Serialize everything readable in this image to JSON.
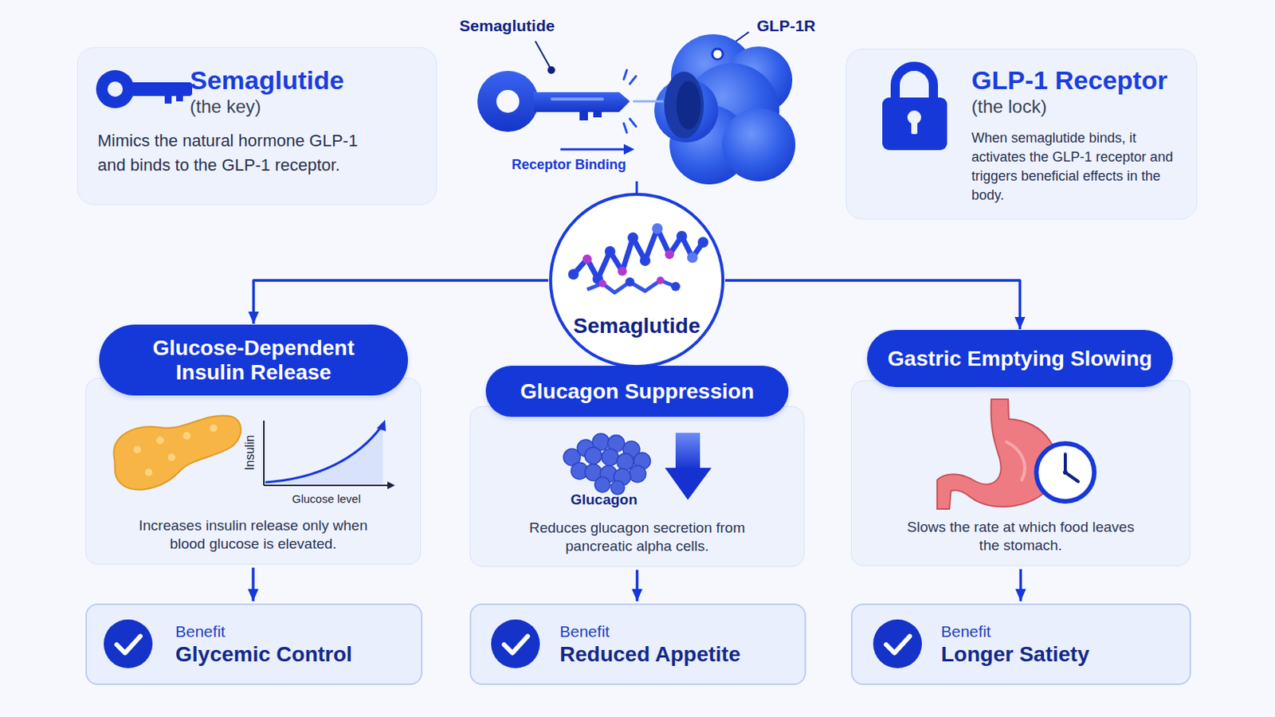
{
  "diagram": {
    "nodes": [
      {
        "text": [
          "Semaglutide",
          "(the key)",
          "Mimics the natural hormone GLP-1 and binds to the GLP-1 receptor."
        ]
      },
      {
        "text": [
          "GLP-1 Receptor",
          "(the lock)",
          "When semaglutide binds, it activates the GLP-1 receptor and triggers beneficial effects in the body."
        ]
      },
      {
        "text": [
          "Semaglutide"
        ]
      },
      {
        "text": [
          "Glucose-Dependent Insulin Release"
        ]
      },
      {
        "text": [
          "Increases insulin release only when blood glucose is elevated."
        ]
      },
      {
        "text": [
          "Glucagon Suppression"
        ]
      },
      {
        "text": [
          "Reduces glucagon secretion from pancreatic alpha cells."
        ]
      },
      {
        "text": [
          "Gastric Emptying Slowing"
        ]
      },
      {
        "text": [
          "Slows the rate at which food leaves the stomach."
        ]
      },
      {
        "text": [
          "Benefit",
          "Glycemic Control"
        ]
      },
      {
        "text": [
          "Benefit",
          "Reduced Appetite"
        ]
      },
      {
        "text": [
          "Benefit",
          "Longer Satiety"
        ]
      }
    ],
    "edges": [
      {
        "from": 2,
        "to": 3,
        "arrow": "to"
      },
      {
        "from": 2,
        "to": 7,
        "arrow": "to"
      },
      {
        "from": 4,
        "to": 9,
        "arrow": "to"
      },
      {
        "from": 6,
        "to": 10,
        "arrow": "to"
      },
      {
        "from": 8,
        "to": 11,
        "arrow": "to"
      }
    ],
    "labels": [
      "Semaglutide",
      "GLP-1R",
      "Receptor Binding",
      "Insulin",
      "Glucose level",
      "Glucagon"
    ]
  }
}
